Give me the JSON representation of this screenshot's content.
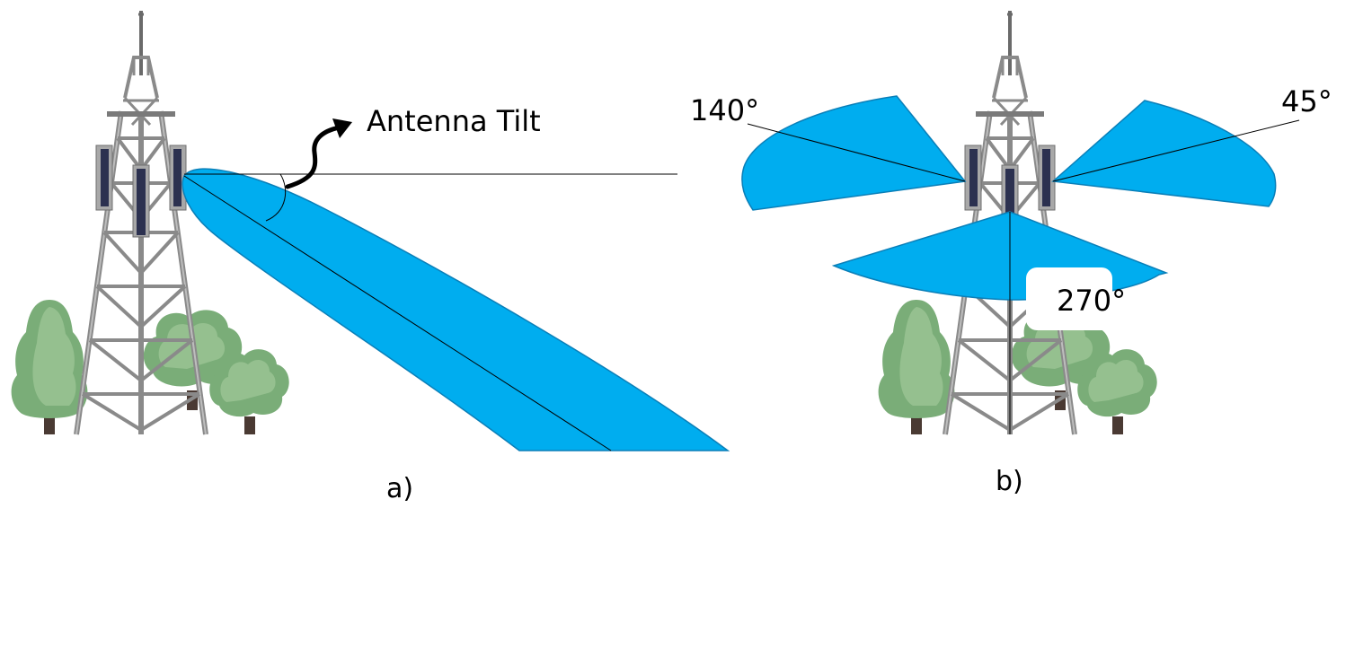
{
  "colors": {
    "beam": "#00adef",
    "beam_edge": "#0a7fb8",
    "tower": "#8a8a8a",
    "tower_dark": "#5e5e5e",
    "panel": "#2c3150",
    "panel_frame": "#9a9a9a",
    "tree_light": "#95c08f",
    "tree_mid": "#7aad78",
    "tree_trunk": "#4a3a33"
  },
  "panel_a": {
    "caption": "a)",
    "tilt_label": "Antenna Tilt"
  },
  "panel_b": {
    "caption": "b)",
    "angles": {
      "left": "140°",
      "right": "45°",
      "bottom": "270°"
    }
  },
  "icons": {
    "tilt_arrow": "curved-arrow-icon",
    "tower": "cell-tower-icon",
    "tree": "tree-icon"
  }
}
